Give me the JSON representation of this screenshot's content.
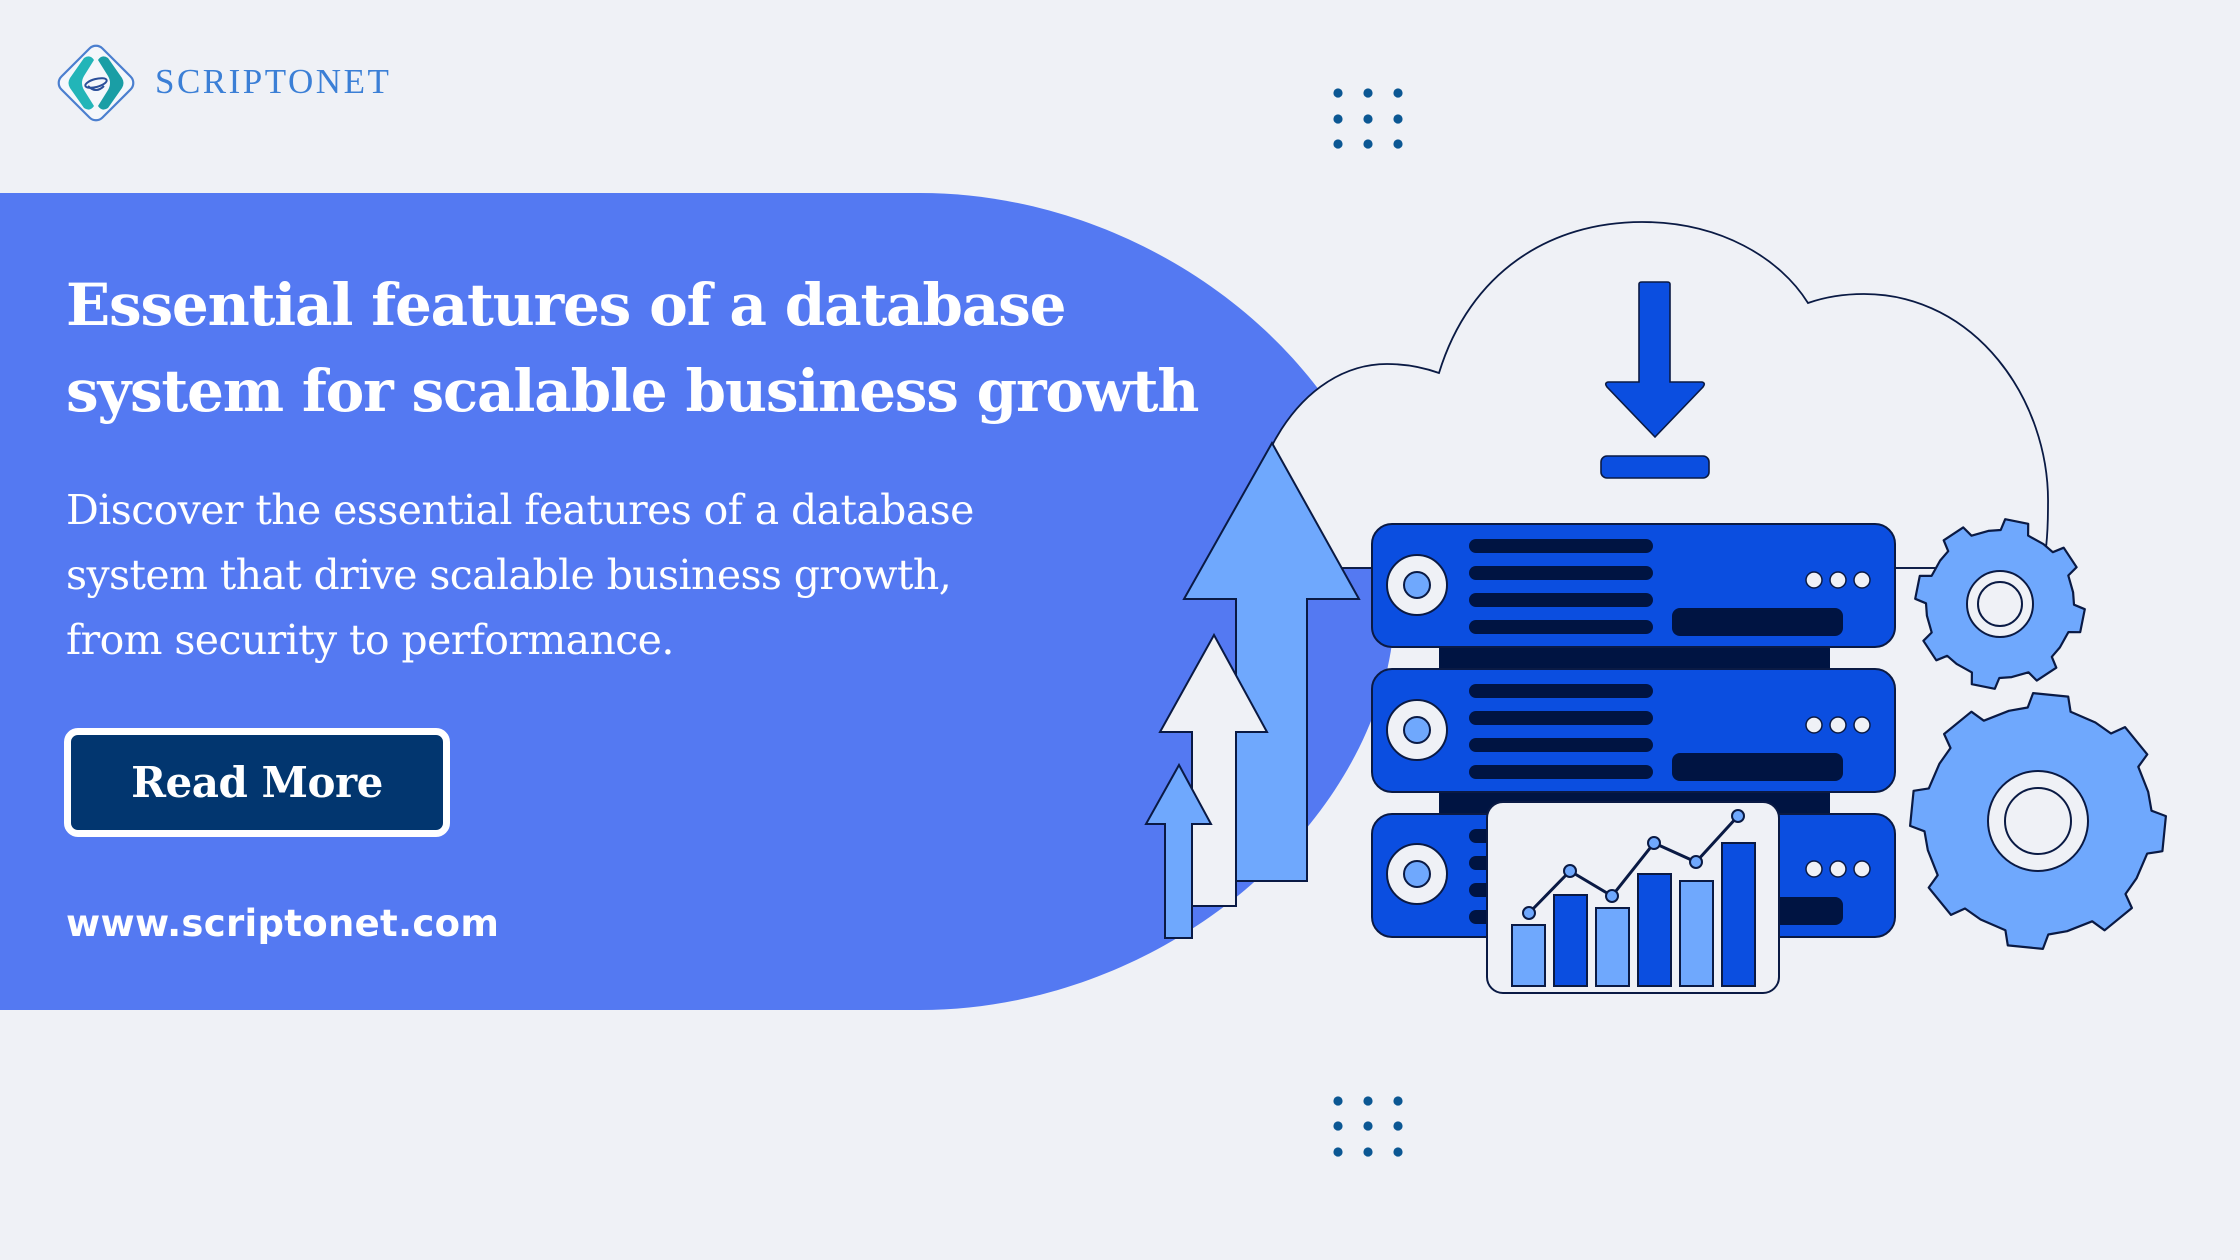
{
  "brand": {
    "name": "SCRIPTONET",
    "logo_icon": "diamond-globe-logo-icon"
  },
  "hero": {
    "title_line1": "Essential features of a database",
    "title_line2": "system for scalable business growth",
    "description_line1": "Discover the essential features of a database",
    "description_line2": "system that drive scalable business growth,",
    "description_line3": "from security to performance.",
    "cta_label": "Read More",
    "website": "www.scriptonet.com"
  },
  "illustration": {
    "elements": [
      "cloud-icon",
      "download-arrow-icon",
      "server-rack-icon",
      "growth-arrows-icon",
      "gear-icon",
      "bar-line-chart-icon",
      "dot-grid-decoration"
    ]
  },
  "colors": {
    "background": "#eff1f6",
    "banner": "#5479f2",
    "brand_text": "#3b7fd6",
    "button_bg": "#02366f",
    "server_blue": "#0b4ee0",
    "navy": "#001442",
    "light_blue": "#6fa8fd",
    "dot_blue": "#0b5793"
  }
}
